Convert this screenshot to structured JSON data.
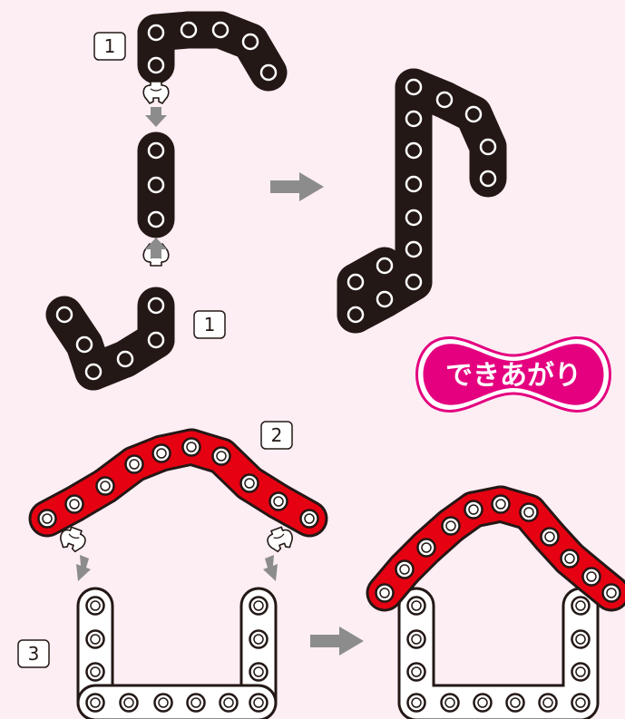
{
  "steps": {
    "note_top": "1",
    "note_bottom": "1",
    "roof": "2",
    "walls": "3"
  },
  "badge": {
    "label": "できあがり"
  },
  "colors": {
    "background": "#fdeef4",
    "black_chain": "#231815",
    "red_chain": "#e50012",
    "white_chain": "#ffffff",
    "arrow": "#8c8c8c",
    "badge_fill": "#e4007f"
  },
  "icons": {
    "chain_clip": "chain-clip-icon",
    "arrow": "gray-arrow-icon"
  }
}
